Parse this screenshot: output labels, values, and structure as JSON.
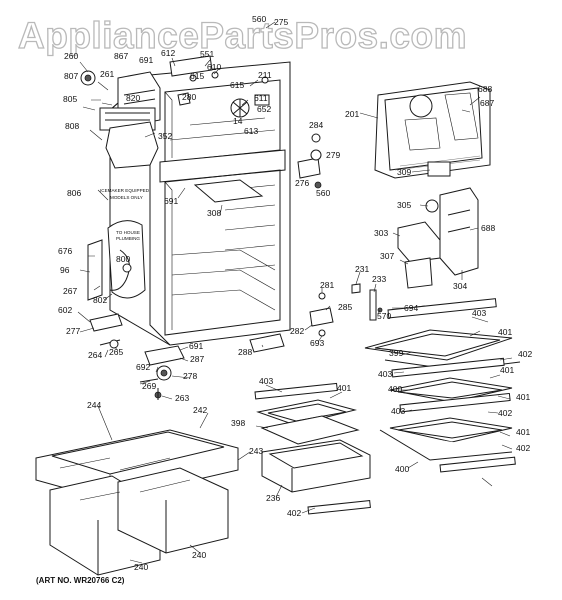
{
  "watermark": "AppliancePartsPros.com",
  "art_number": "(ART NO. WR20766 C2)",
  "notes": {
    "icemaker_line1": "ICEMAKER EQUIPPED",
    "icemaker_line2": "MODELS ONLY",
    "plumbing_line1": "TO HOUSE",
    "plumbing_line2": "PLUMBING"
  },
  "part_labels": [
    "560",
    "275",
    "612",
    "551",
    "610",
    "867",
    "691",
    "615",
    "211",
    "260",
    "261",
    "807",
    "820",
    "280",
    "615",
    "611",
    "652",
    "14",
    "613",
    "805",
    "352",
    "808",
    "806",
    "691",
    "308",
    "688",
    "687",
    "201",
    "284",
    "279",
    "276",
    "560",
    "309",
    "305",
    "688",
    "303",
    "307",
    "304",
    "676",
    "96",
    "267",
    "800",
    "231",
    "233",
    "570",
    "694",
    "281",
    "285",
    "282",
    "693",
    "602",
    "802",
    "277",
    "691",
    "287",
    "264",
    "265",
    "692",
    "288",
    "278",
    "269",
    "263",
    "403",
    "401",
    "399",
    "402",
    "403",
    "401",
    "400",
    "403",
    "401",
    "402",
    "401",
    "400",
    "402",
    "403",
    "401",
    "398",
    "236",
    "402",
    "244",
    "242",
    "243",
    "240",
    "240"
  ]
}
